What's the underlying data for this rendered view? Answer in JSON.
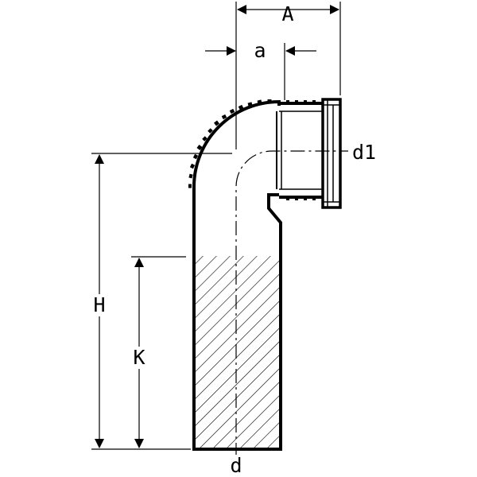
{
  "diagram": {
    "labels": {
      "A": "A",
      "a": "a",
      "d1": "d1",
      "H": "H",
      "K": "K",
      "d": "d"
    },
    "colors": {
      "line": "#000000",
      "background": "#ffffff"
    }
  }
}
